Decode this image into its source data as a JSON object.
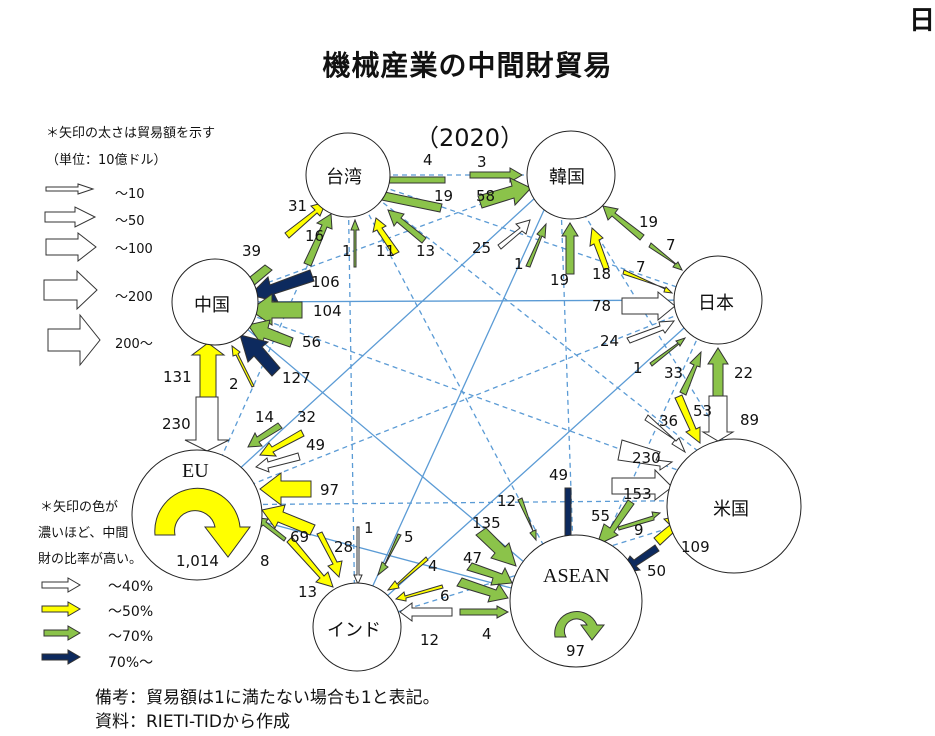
{
  "page": {
    "corner_text": "日",
    "title": "機械産業の中間財貿易",
    "year_label": "（2020）"
  },
  "legend_width": {
    "heading": "＊矢印の太さは貿易額を示す",
    "unit": "（単位：10億ドル）",
    "items": [
      {
        "label": "～10"
      },
      {
        "label": "～50"
      },
      {
        "label": "～100"
      },
      {
        "label": "～200"
      },
      {
        "label": "200～"
      }
    ]
  },
  "legend_color": {
    "heading_lines": [
      "＊矢印の色が",
      "濃いほど、中間",
      "財の比率が高い。"
    ],
    "items": [
      {
        "label": "～40%",
        "color": "#ffffff"
      },
      {
        "label": "～50%",
        "color": "#ffff00"
      },
      {
        "label": "～70%",
        "color": "#8bc34a"
      },
      {
        "label": "70%～",
        "color": "#0d2a5e"
      }
    ]
  },
  "nodes": [
    {
      "id": "taiwan",
      "label": "台湾"
    },
    {
      "id": "korea",
      "label": "韓国"
    },
    {
      "id": "china",
      "label": "中国"
    },
    {
      "id": "japan",
      "label": "日本"
    },
    {
      "id": "eu",
      "label": "EU",
      "internal": "1,014"
    },
    {
      "id": "us",
      "label": "米国"
    },
    {
      "id": "asean",
      "label": "ASEAN",
      "internal": "97"
    },
    {
      "id": "india",
      "label": "インド"
    }
  ],
  "flows": [
    {
      "from": "korea",
      "to": "taiwan",
      "value": "4"
    },
    {
      "from": "taiwan",
      "to": "korea",
      "value": "3"
    },
    {
      "from": "korea",
      "to": "taiwan",
      "value": "19"
    },
    {
      "from": "taiwan",
      "to": "korea",
      "value": "58"
    },
    {
      "from": "china",
      "to": "taiwan",
      "value": "31"
    },
    {
      "from": "china",
      "to": "korea",
      "value": "25"
    },
    {
      "from": "taiwan",
      "to": "china",
      "value": "106"
    },
    {
      "from": "eu",
      "to": "taiwan",
      "value": "16"
    },
    {
      "from": "india",
      "to": "taiwan",
      "value": "1"
    },
    {
      "from": "us",
      "to": "taiwan",
      "value": "11"
    },
    {
      "from": "asean",
      "to": "taiwan",
      "value": "13"
    },
    {
      "from": "korea",
      "to": "china",
      "value": "39"
    },
    {
      "from": "india",
      "to": "korea",
      "value": "1"
    },
    {
      "from": "asean",
      "to": "korea",
      "value": "19"
    },
    {
      "from": "us",
      "to": "korea",
      "value": "18"
    },
    {
      "from": "japan",
      "to": "korea",
      "value": "19"
    },
    {
      "from": "korea",
      "to": "japan",
      "value": "7"
    },
    {
      "from": "us",
      "to": "japan",
      "value": "7"
    },
    {
      "from": "china",
      "to": "japan",
      "value": "78"
    },
    {
      "from": "japan",
      "to": "china",
      "value": "104"
    },
    {
      "from": "eu",
      "to": "japan",
      "value": "24"
    },
    {
      "from": "asean",
      "to": "china",
      "value": "56"
    },
    {
      "from": "india",
      "to": "japan",
      "value": "1"
    },
    {
      "from": "eu",
      "to": "china",
      "value": "131"
    },
    {
      "from": "china",
      "to": "eu",
      "value": "230"
    },
    {
      "from": "india",
      "to": "china",
      "value": "2"
    },
    {
      "from": "korea",
      "to": "eu",
      "value": "14"
    },
    {
      "from": "asean",
      "to": "china",
      "value": "127"
    },
    {
      "from": "japan",
      "to": "eu",
      "value": "32"
    },
    {
      "from": "us",
      "to": "eu",
      "value": "49"
    },
    {
      "from": "asean",
      "to": "eu",
      "value": "97"
    },
    {
      "from": "asean",
      "to": "japan",
      "value": "33"
    },
    {
      "from": "japan",
      "to": "us",
      "value": "53"
    },
    {
      "from": "us",
      "to": "japan",
      "value": "22"
    },
    {
      "from": "japan",
      "to": "us",
      "value": "89"
    },
    {
      "from": "korea",
      "to": "us",
      "value": "36"
    },
    {
      "from": "china",
      "to": "us",
      "value": "230"
    },
    {
      "from": "eu",
      "to": "us",
      "value": "153"
    },
    {
      "from": "us",
      "to": "asean",
      "value": "55"
    },
    {
      "from": "asean",
      "to": "us",
      "value": "9"
    },
    {
      "from": "us",
      "to": "asean",
      "value": "109"
    },
    {
      "from": "us",
      "to": "asean",
      "value": "50"
    },
    {
      "from": "japan",
      "to": "asean",
      "value": "49"
    },
    {
      "from": "korea",
      "to": "asean",
      "value": "12"
    },
    {
      "from": "china",
      "to": "asean",
      "value": "135"
    },
    {
      "from": "taiwan",
      "to": "asean",
      "value": "47"
    },
    {
      "from": "india",
      "to": "eu",
      "value": "8"
    },
    {
      "from": "eu",
      "to": "india",
      "value": "13"
    },
    {
      "from": "india",
      "to": "eu",
      "value": "69"
    },
    {
      "from": "china",
      "to": "india",
      "value": "28"
    },
    {
      "from": "japan",
      "to": "india",
      "value": "1"
    },
    {
      "from": "korea",
      "to": "india",
      "value": "5"
    },
    {
      "from": "taiwan",
      "to": "india",
      "value": "4"
    },
    {
      "from": "us",
      "to": "india",
      "value": "6"
    },
    {
      "from": "asean",
      "to": "india",
      "value": "12"
    },
    {
      "from": "india",
      "to": "asean",
      "value": "4"
    }
  ],
  "notes": {
    "remark": "備考：貿易額は1に満たない場合も1と表記。",
    "source": "資料：RIETI-TIDから作成"
  }
}
